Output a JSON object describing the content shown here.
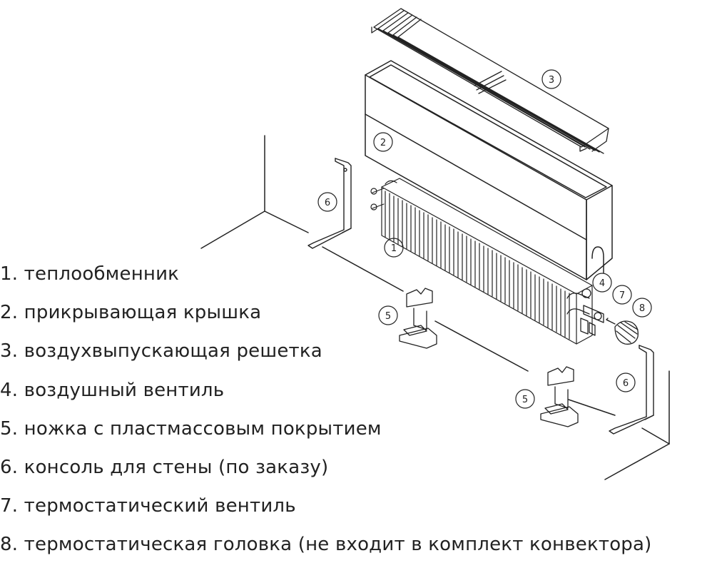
{
  "legend": [
    {
      "number": "1",
      "text": "1. теплообменник"
    },
    {
      "number": "2",
      "text": "2. прикрывающая крышка"
    },
    {
      "number": "3",
      "text": "3. воздухвыпускающая решетка"
    },
    {
      "number": "4",
      "text": "4. воздушный вентиль"
    },
    {
      "number": "5",
      "text": "5. ножка с пластмассовым покрытием"
    },
    {
      "number": "6",
      "text": "6. консоль для стены (по заказу)"
    },
    {
      "number": "7",
      "text": "7. термостатический вентиль"
    },
    {
      "number": "8",
      "text": "8. термостатическая головка (не входит в комплект конвектора)"
    }
  ],
  "callouts": {
    "c1": "1",
    "c2": "2",
    "c3": "3",
    "c4": "4",
    "c5a": "5",
    "c5b": "5",
    "c6a": "6",
    "c6b": "6",
    "c7": "7",
    "c8": "8"
  },
  "colors": {
    "line": "#222222",
    "background": "#ffffff"
  }
}
